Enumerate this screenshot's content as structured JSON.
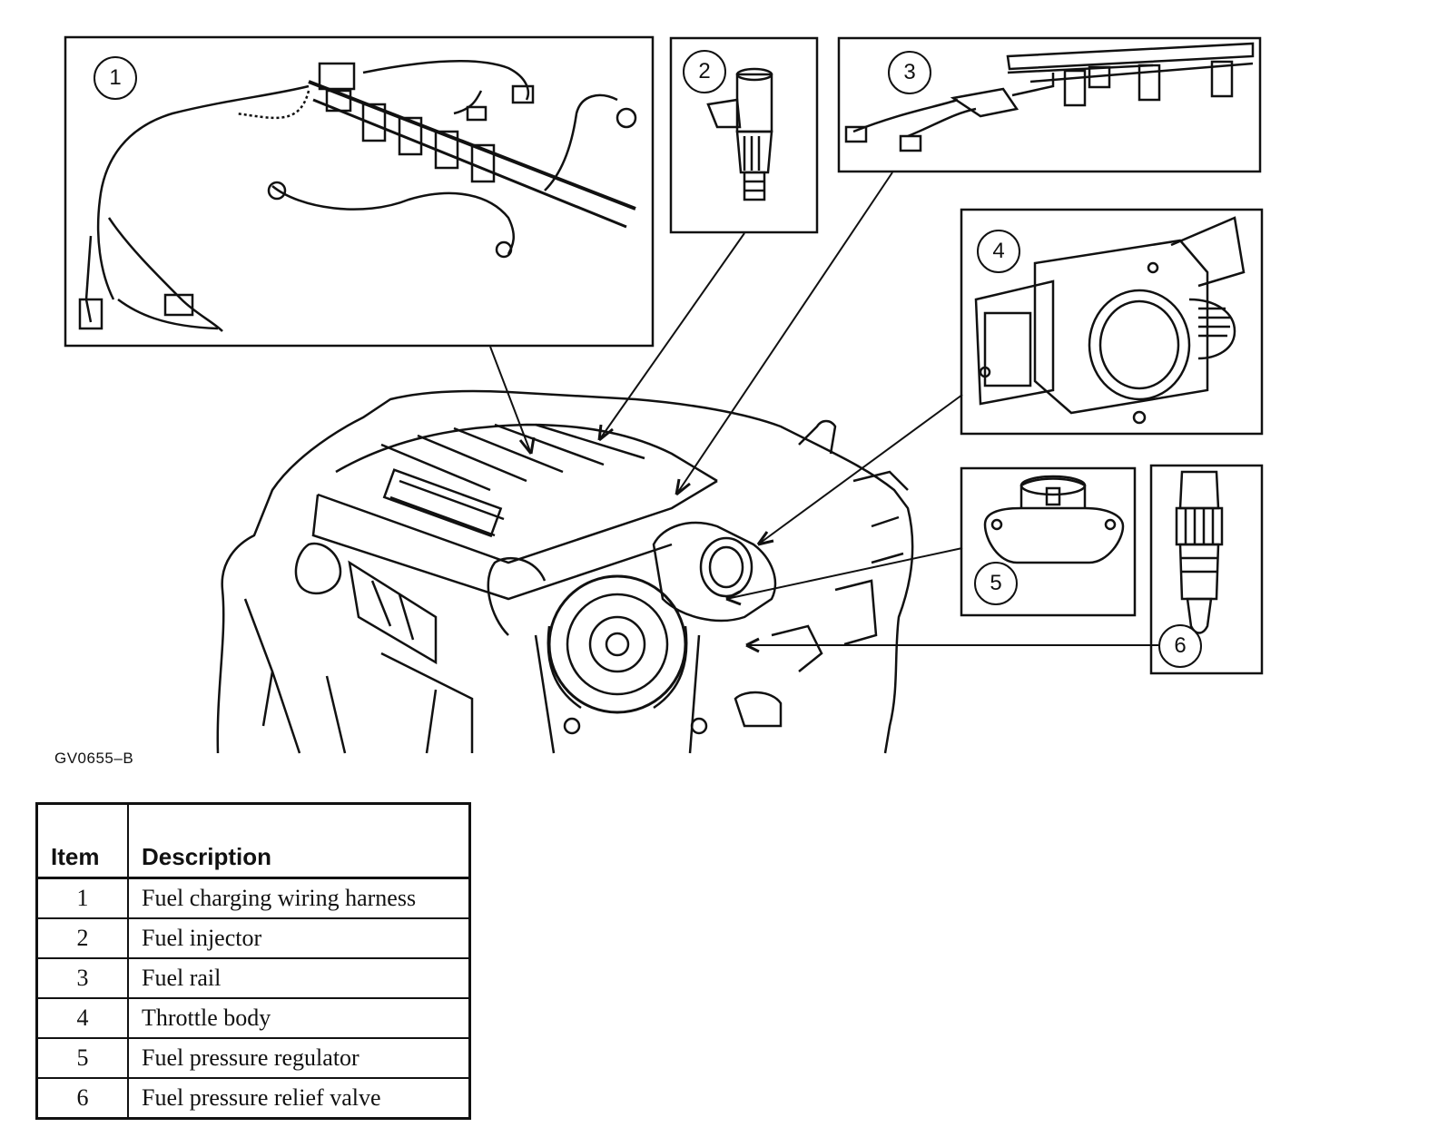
{
  "figure_code": "GV0655–B",
  "callouts": [
    "1",
    "2",
    "3",
    "4",
    "5",
    "6"
  ],
  "legend": {
    "headers": {
      "item": "Item",
      "description": "Description"
    },
    "rows": [
      {
        "item": "1",
        "description": "Fuel charging wiring harness"
      },
      {
        "item": "2",
        "description": "Fuel injector"
      },
      {
        "item": "3",
        "description": "Fuel rail"
      },
      {
        "item": "4",
        "description": "Throttle body"
      },
      {
        "item": "5",
        "description": "Fuel pressure regulator"
      },
      {
        "item": "6",
        "description": "Fuel pressure relief valve"
      }
    ]
  }
}
